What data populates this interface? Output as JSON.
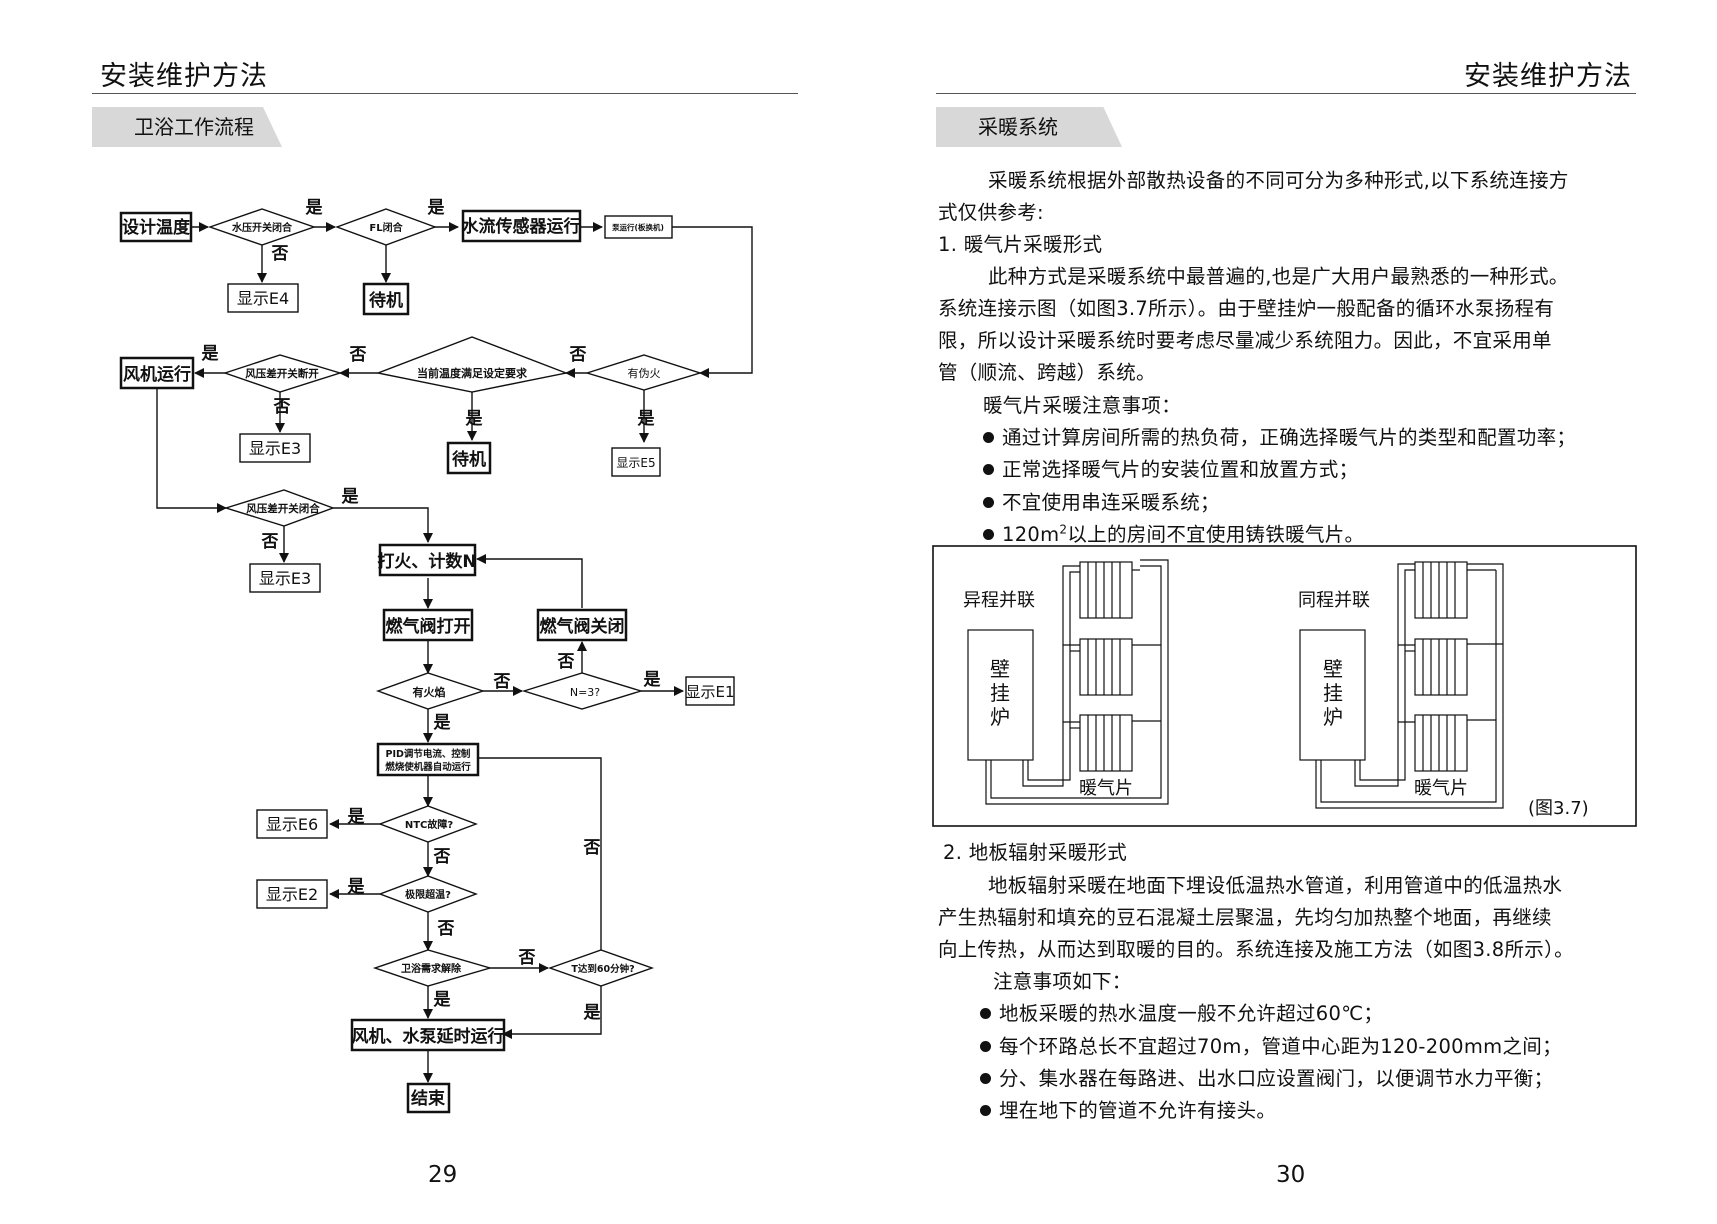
{
  "left_page": {
    "header": "安装维护方法",
    "tab": "卫浴工作流程",
    "page_number": "29",
    "flow": {
      "start": "设计温度",
      "water_switch": "水压开关闭合",
      "fl_close": "FL闭合",
      "flow_sensor": "水流传感器运行",
      "pump": "泵运行(板换机)",
      "e4": "显示E4",
      "standby1": "待机",
      "fake_fire": "有伪火",
      "temp_ok": "当前温度满足设定要求",
      "air_open": "风压差开关断开",
      "fan_run": "风机运行",
      "e3a": "显示E3",
      "standby2": "待机",
      "e5": "显示E5",
      "air_close": "风压差开关闭合",
      "e3b": "显示E3",
      "ignite": "打火、计数N",
      "valve_open": "燃气阀打开",
      "valve_close": "燃气阀关闭",
      "flame": "有火焰",
      "n3": "N=3?",
      "e1": "显示E1",
      "pid_1": "PID调节电流、控制",
      "pid_2": "燃烧使机器自动运行",
      "ntc": "NTC故障?",
      "e6": "显示E6",
      "overheat": "极限超温?",
      "e2": "显示E2",
      "release": "卫浴需求解除",
      "t60": "T达到60分钟?",
      "delay": "风机、水泵延时运行",
      "end": "结束",
      "yes": "是",
      "no": "否"
    }
  },
  "right_page": {
    "header": "安装维护方法",
    "tab": "采暖系统",
    "page_number": "30",
    "intro_1": "采暖系统根据外部散热设备的不同可分为多种形式,以下系统连接方",
    "intro_2": "式仅供参考:",
    "sec1_title": "1. 暖气片采暖形式",
    "sec1_p1": "此种方式是采暖系统中最普遍的,也是广大用户最熟悉的一种形式。",
    "sec1_p2": "系统连接示图（如图3.7所示）。由于壁挂炉一般配备的循环水泵扬程有",
    "sec1_p3": "限，所以设计采暖系统时要考虑尽量减少系统阻力。因此，不宜采用单",
    "sec1_p4": "管（顺流、跨越）系统。",
    "sec1_note": "暖气片采暖注意事项：",
    "b1": "通过计算房间所需的热负荷，正确选择暖气片的类型和配置功率；",
    "b2": "正常选择暖气片的安装位置和放置方式；",
    "b3": "不宜使用串连采暖系统；",
    "b4_pre": "120m",
    "b4_sup": "2",
    "b4_post": "以上的房间不宜使用铸铁暖气片。",
    "fig_left_title": "异程并联",
    "fig_right_title": "同程并联",
    "boiler": "壁挂炉",
    "radiator": "暖气片",
    "fig_caption": "(图3.7)",
    "sec2_title": "2. 地板辐射采暖形式",
    "sec2_p1": "地板辐射采暖在地面下埋设低温热水管道，利用管道中的低温热水",
    "sec2_p2": "产生热辐射和填充的豆石混凝土层聚温，先均匀加热整个地面，再继续",
    "sec2_p3": "向上传热，从而达到取暖的目的。系统连接及施工方法（如图3.8所示）。",
    "sec2_note": "注意事项如下：",
    "c1": "地板采暖的热水温度一般不允许超过60℃；",
    "c2": "每个环路总长不宜超过70m，管道中心距为120-200mm之间；",
    "c3": "分、集水器在每路进、出水口应设置阀门，以便调节水力平衡；",
    "c4": "埋在地下的管道不允许有接头。"
  }
}
